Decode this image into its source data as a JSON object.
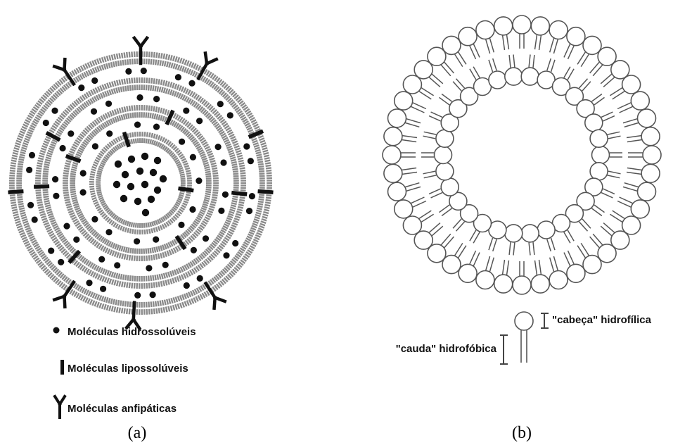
{
  "panel_a": {
    "label": "(a)",
    "legend": {
      "water_soluble": "Moléculas hidrossolúveis",
      "lipid_soluble": "Moléculas lipossolúveis",
      "amphipathic": "Moléculas anfipáticas"
    }
  },
  "panel_b": {
    "label": "(b)",
    "head_label": "\"cabeça\" hidrofílica",
    "tail_label": "\"cauda\" hidrofóbica"
  },
  "colors": {
    "lipid_gray": "#8a8a8a",
    "ink": "#111111",
    "background": "#ffffff"
  }
}
